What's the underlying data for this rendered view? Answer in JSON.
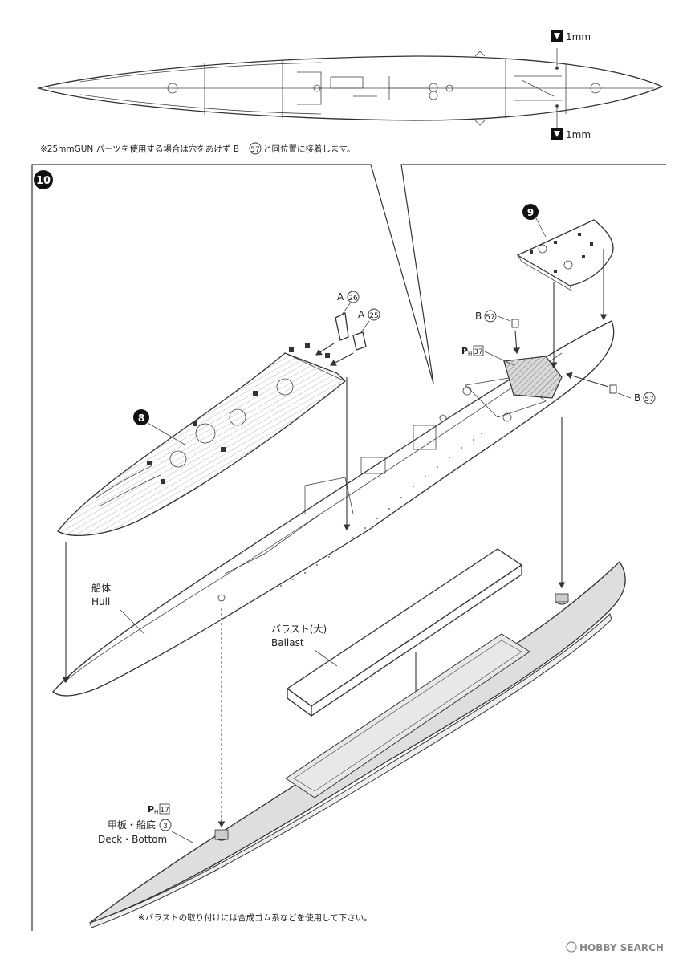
{
  "top_view": {
    "drill_top": "1mm",
    "drill_bottom": "1mm",
    "note": "※25mmGUN パーツを使用する場合は穴をあけず B57 と同位置に接着します。",
    "note_parts": {
      "pre": "※25mmGUN パーツを使用する場合は穴をあけず B",
      "num": "57",
      "post": "と同位置に接着します。"
    }
  },
  "step": {
    "number": "10",
    "sub_steps": [
      "8",
      "9"
    ]
  },
  "parts": {
    "a26": {
      "letter": "A",
      "num": "26"
    },
    "a25": {
      "letter": "A",
      "num": "25"
    },
    "b57_left": {
      "letter": "B",
      "num": "57"
    },
    "b57_right": {
      "letter": "B",
      "num": "57"
    },
    "ph37": {
      "letter": "P",
      "sub": "H",
      "num": "37"
    },
    "ph17": {
      "letter": "P",
      "sub": "H",
      "num": "17"
    }
  },
  "labels": {
    "hull_jp": "船体",
    "hull_en": "Hull",
    "ballast_jp": "バラスト(大)",
    "ballast_en": "Ballast",
    "deck_jp": "甲板・船底",
    "deck_num": "3",
    "deck_en": "Deck・Bottom"
  },
  "bottom_note": "※バラストの取り付けには合成ゴム系などを使用して下さい。",
  "watermark": "HOBBY SEARCH",
  "colors": {
    "line": "#333333",
    "grey_fill": "#d9d9d9",
    "badge": "#111111"
  }
}
